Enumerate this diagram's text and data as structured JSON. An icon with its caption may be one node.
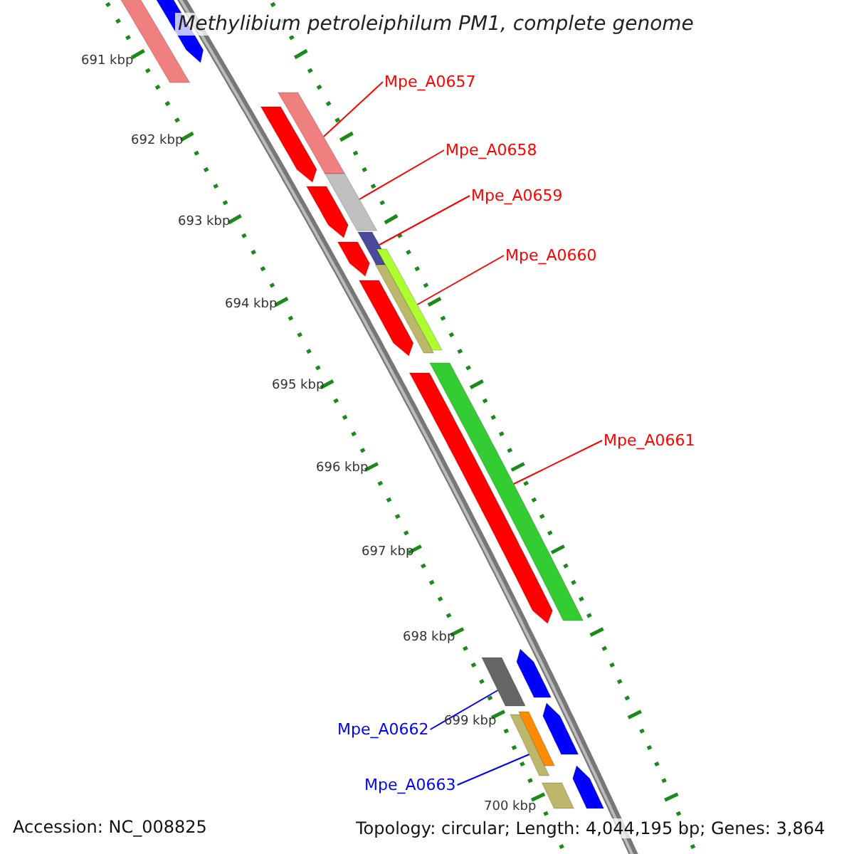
{
  "diagram": {
    "title": "Methylibium petroleiphilum PM1, complete genome",
    "nodes": [
      {
        "text": [
          "Mpe_A0657"
        ]
      },
      {
        "text": [
          "Mpe_A0658"
        ]
      },
      {
        "text": [
          "Mpe_A0659"
        ]
      },
      {
        "text": [
          "Mpe_A0660"
        ]
      },
      {
        "text": [
          "Mpe_A0661"
        ]
      },
      {
        "text": [
          "Mpe_A0662"
        ]
      },
      {
        "text": [
          "Mpe_A0663"
        ]
      },
      {
        "text": [],
        "shape": "bar"
      },
      {
        "text": [],
        "shape": "bar"
      },
      {
        "text": [],
        "shape": "bar"
      },
      {
        "text": [],
        "shape": "bar"
      },
      {
        "text": [],
        "shape": "bar"
      },
      {
        "text": [],
        "shape": "bar"
      },
      {
        "text": [],
        "shape": "bar"
      },
      {
        "text": [],
        "shape": "bar"
      },
      {
        "text": [],
        "shape": "bar"
      },
      {
        "text": [],
        "shape": "bar"
      },
      {
        "text": [],
        "shape": "bar"
      },
      {
        "text": [],
        "shape": "bar"
      },
      {
        "text": [],
        "shape": "bar"
      },
      {
        "text": [],
        "shape": "bar"
      },
      {
        "text": [],
        "shape": "bar"
      },
      {
        "text": [],
        "shape": "bar"
      },
      {
        "text": [],
        "shape": "bar"
      },
      {
        "text": [],
        "shape": "bar"
      },
      {
        "text": [],
        "shape": "bar"
      },
      {
        "text": [],
        "shape": "bar"
      }
    ],
    "edges": [
      {
        "from": 0,
        "to": 14,
        "arrow": "none"
      },
      {
        "from": 1,
        "to": 15,
        "arrow": "none"
      },
      {
        "from": 2,
        "to": 16,
        "arrow": "none"
      },
      {
        "from": 3,
        "to": 17,
        "arrow": "none"
      },
      {
        "from": 4,
        "to": 19,
        "arrow": "none"
      },
      {
        "from": 5,
        "to": 20,
        "arrow": "none",
        "color": "#0000ff"
      },
      {
        "from": 6,
        "to": 22,
        "arrow": "none",
        "color": "#0000ff"
      }
    ],
    "labels": [
      "691 kbp",
      "692 kbp",
      "693 kbp",
      "694 kbp",
      "695 kbp",
      "696 kbp",
      "697 kbp",
      "698 kbp",
      "699 kbp",
      "700 kbp",
      "Accession: NC_008825",
      "Topology: circular; Length: 4,044,195 bp; Genes: 3,864"
    ]
  }
}
